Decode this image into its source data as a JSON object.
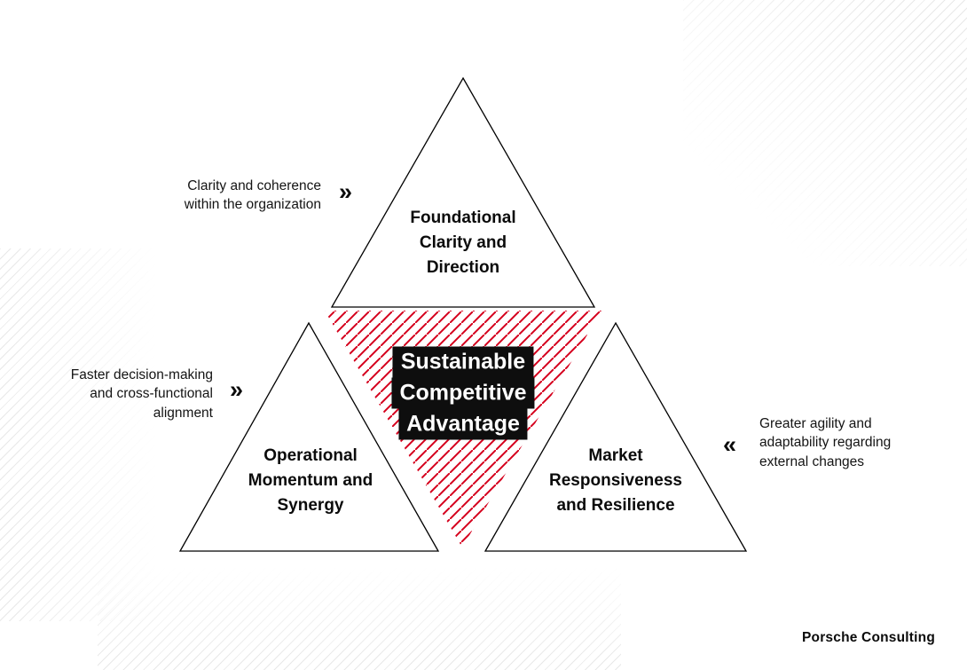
{
  "colors": {
    "accent_red": "#d5001c",
    "ink": "#000000",
    "hatch_gray": "#e8e8e8"
  },
  "triangles": {
    "top": {
      "label": "Foundational\nClarity and\nDirection"
    },
    "bottom_left": {
      "label": "Operational\nMomentum and\nSynergy"
    },
    "bottom_right": {
      "label": "Market\nResponsiveness\nand Resilience"
    }
  },
  "center_label": {
    "lines": [
      "Sustainable",
      "Competitive",
      "Advantage"
    ]
  },
  "annotations": {
    "top_left": {
      "text": "Clarity and coherence\nwithin the organization",
      "chevron": "»"
    },
    "mid_left": {
      "text": "Faster decision-making\nand cross-functional\nalignment",
      "chevron": "»"
    },
    "right": {
      "text": "Greater agility and\nadaptability regarding\nexternal changes",
      "chevron": "«"
    }
  },
  "footer": {
    "logo_text": "Porsche Consulting"
  }
}
